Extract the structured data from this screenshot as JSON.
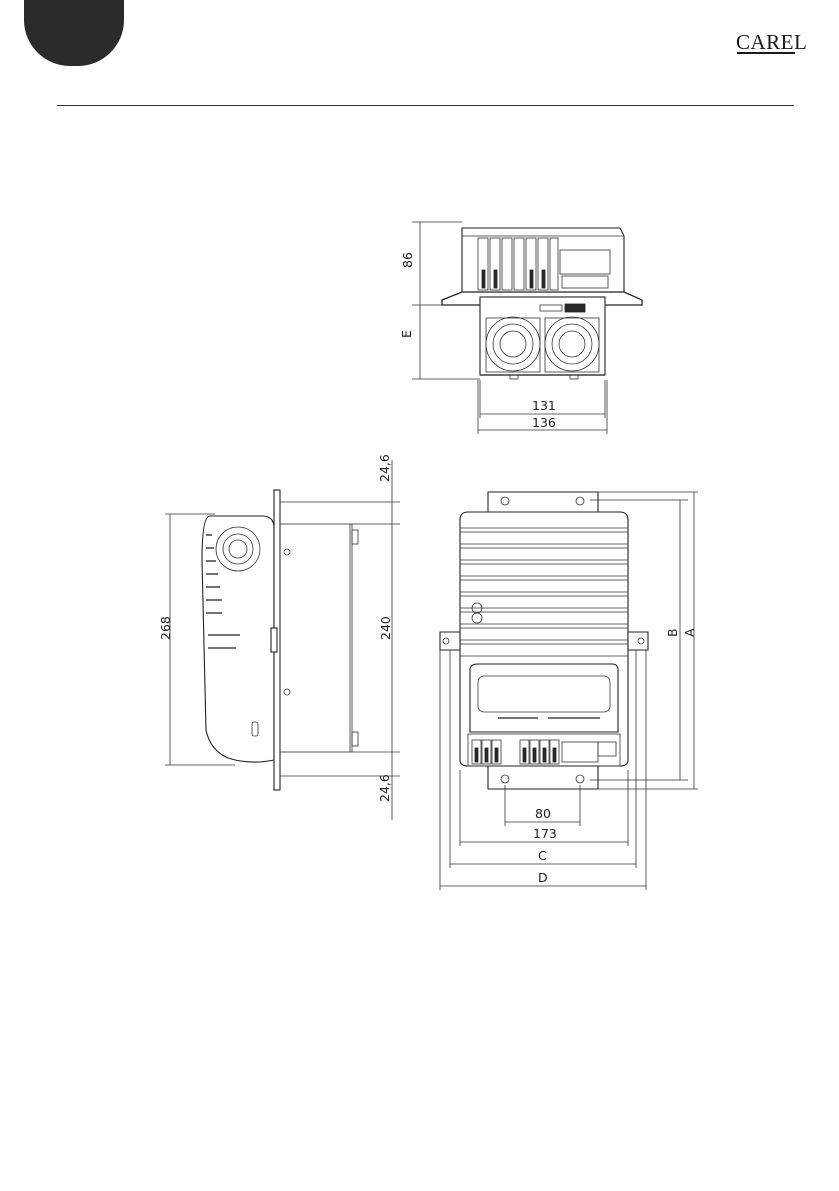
{
  "header": {
    "logo": "CAREL"
  },
  "dimensions": {
    "top_height": "86",
    "top_e": "E",
    "top_inner_width": "131",
    "top_outer_width": "136",
    "side_height_total": "268",
    "side_height_inner": "240",
    "side_offset_top": "24,6",
    "side_offset_bottom": "24,6",
    "front_hole_spacing": "80",
    "front_width": "173",
    "front_c": "C",
    "front_d": "D",
    "front_b": "B",
    "front_a": "A"
  }
}
